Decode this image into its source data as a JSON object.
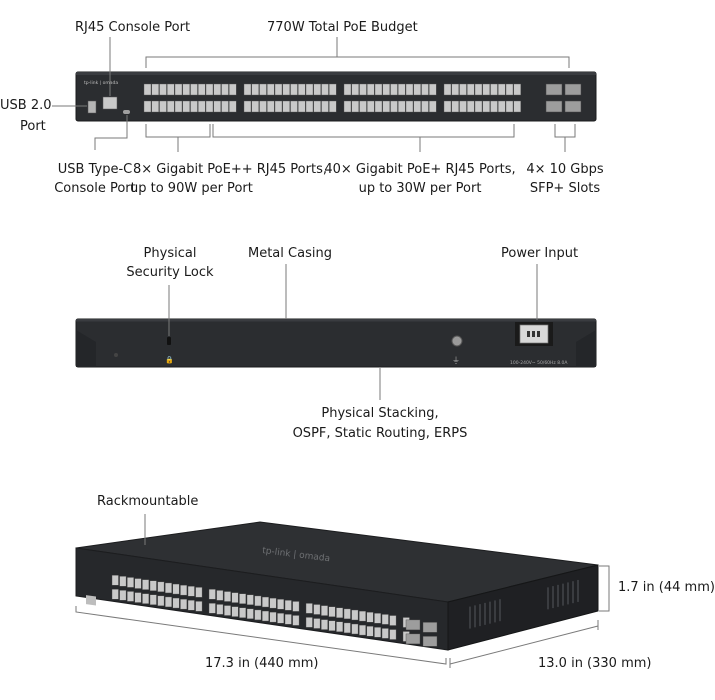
{
  "front_panel": {
    "rj45_console_port": "RJ45 Console Port",
    "poe_budget": "770W Total PoE Budget",
    "usb2_line1": "USB 2.0",
    "usb2_line2": "Port",
    "usbc_line1": "USB Type-C",
    "usbc_line2": "Console Port",
    "poe_plus_plus_line1": "8× Gigabit PoE++ RJ45 Ports,",
    "poe_plus_plus_line2": "up to 90W per Port",
    "poe_plus_line1": "40× Gigabit PoE+ RJ45 Ports,",
    "poe_plus_line2": "up to 30W per Port",
    "sfp_line1": "4× 10 Gbps",
    "sfp_line2": "SFP+ Slots",
    "brand_small": "tp-link | omada"
  },
  "rear_panel": {
    "security_lock_line1": "Physical",
    "security_lock_line2": "Security Lock",
    "metal_casing": "Metal Casing",
    "power_input": "Power Input",
    "stacking_line1": "Physical Stacking,",
    "stacking_line2": "OSPF, Static Routing, ERPS",
    "power_rating": "100-240V~ 50/60Hz 8.0A"
  },
  "angled_view": {
    "rackmountable": "Rackmountable",
    "height": "1.7 in (44 mm)",
    "width": "17.3 in (440 mm)",
    "depth": "13.0  in (330 mm)",
    "brand": "tp-link | omada"
  },
  "colors": {
    "chassis": "#2b2d30",
    "chassis_edge": "#1b1c1e",
    "port": "#c9c9c9",
    "leader_line": "#7a7a7a"
  },
  "icons": [
    "lock-icon",
    "ground-icon",
    "power-socket-icon",
    "usb-port-icon"
  ]
}
